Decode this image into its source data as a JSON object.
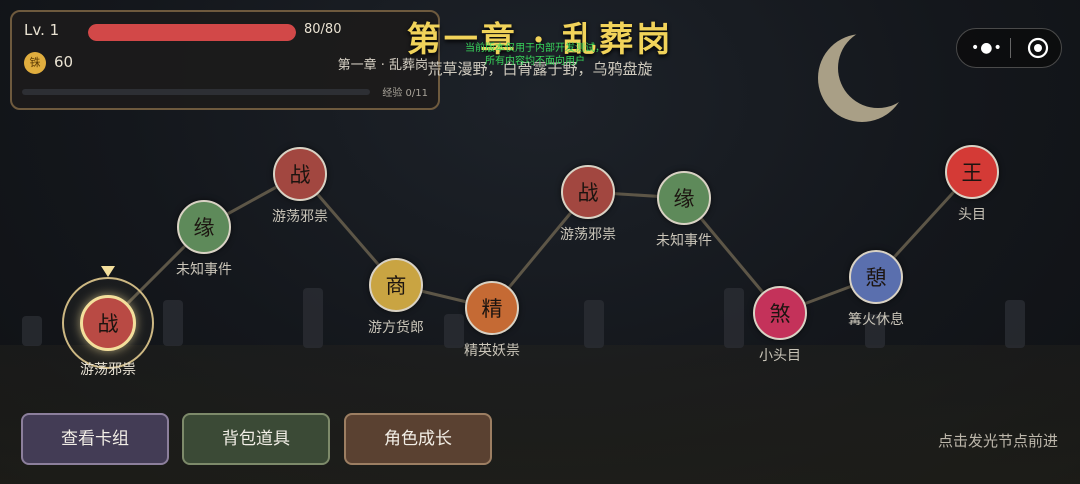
{
  "player": {
    "level_label": "Lv. 1",
    "hp_text": "80/80",
    "hp_fraction": 1.0,
    "coin_label": "铢",
    "coins": "60",
    "chapter_label": "第一章 · 乱葬岗",
    "xp_text": "经验 0/11",
    "xp_fraction": 0.0
  },
  "header": {
    "title": "第一章 · 乱葬岗",
    "subtitle": "荒草漫野，白骨露于野，乌鸦盘旋",
    "dev_notice_line1": "当前版本仅用于内部开发测试，",
    "dev_notice_line2": "所有内容均不面向用户"
  },
  "capsule": {
    "more_icon": "more-dots-icon",
    "close_icon": "target-circle-icon",
    "more_glyph": "•●•"
  },
  "map": {
    "nodes": [
      {
        "glyph": "战",
        "label": "游荡邪祟",
        "color": "#b94a44",
        "current": true
      },
      {
        "glyph": "缘",
        "label": "未知事件",
        "color": "#5e8a5a"
      },
      {
        "glyph": "战",
        "label": "游荡邪祟",
        "color": "#a24740"
      },
      {
        "glyph": "商",
        "label": "游方货郎",
        "color": "#c9a442"
      },
      {
        "glyph": "精",
        "label": "精英妖祟",
        "color": "#c56a34"
      },
      {
        "glyph": "战",
        "label": "游荡邪祟",
        "color": "#a24740"
      },
      {
        "glyph": "缘",
        "label": "未知事件",
        "color": "#5e8a5a"
      },
      {
        "glyph": "煞",
        "label": "小头目",
        "color": "#c4325a"
      },
      {
        "glyph": "憩",
        "label": "篝火休息",
        "color": "#5a6fae"
      },
      {
        "glyph": "王",
        "label": "头目",
        "color": "#d43a36"
      }
    ]
  },
  "buttons": {
    "deck": "查看卡组",
    "bag": "背包道具",
    "growth": "角色成长"
  },
  "hint": "点击发光节点前进",
  "colors": {
    "title_gold": "#f1d35a",
    "hp_red": "#d24848",
    "notice_green": "#38d45a"
  }
}
